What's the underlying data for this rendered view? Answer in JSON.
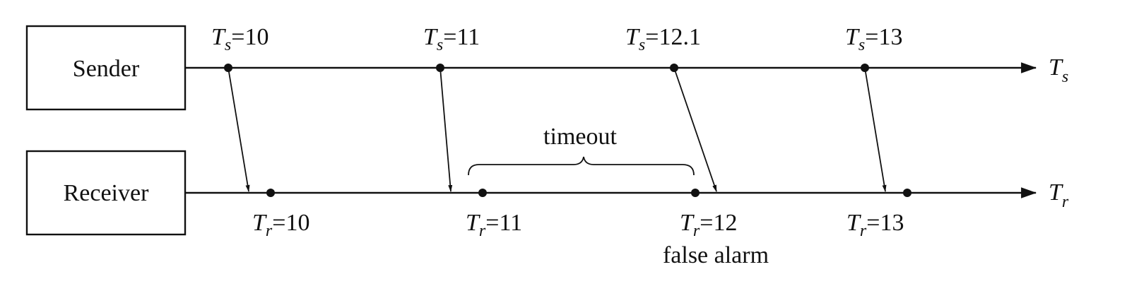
{
  "nodes": {
    "sender": "Sender",
    "receiver": "Receiver"
  },
  "axes": {
    "sender": {
      "var": "T",
      "sub": "s"
    },
    "receiver": {
      "var": "T",
      "sub": "r"
    }
  },
  "sender_events": [
    {
      "var": "T",
      "sub": "s",
      "value": "=10"
    },
    {
      "var": "T",
      "sub": "s",
      "value": "=11"
    },
    {
      "var": "T",
      "sub": "s",
      "value": "=12.1"
    },
    {
      "var": "T",
      "sub": "s",
      "value": "=13"
    }
  ],
  "receiver_events": [
    {
      "var": "T",
      "sub": "r",
      "value": "=10"
    },
    {
      "var": "T",
      "sub": "r",
      "value": "=11"
    },
    {
      "var": "T",
      "sub": "r",
      "value": "=12",
      "note": "false alarm"
    },
    {
      "var": "T",
      "sub": "r",
      "value": "=13"
    }
  ],
  "annotations": {
    "timeout": "timeout"
  }
}
